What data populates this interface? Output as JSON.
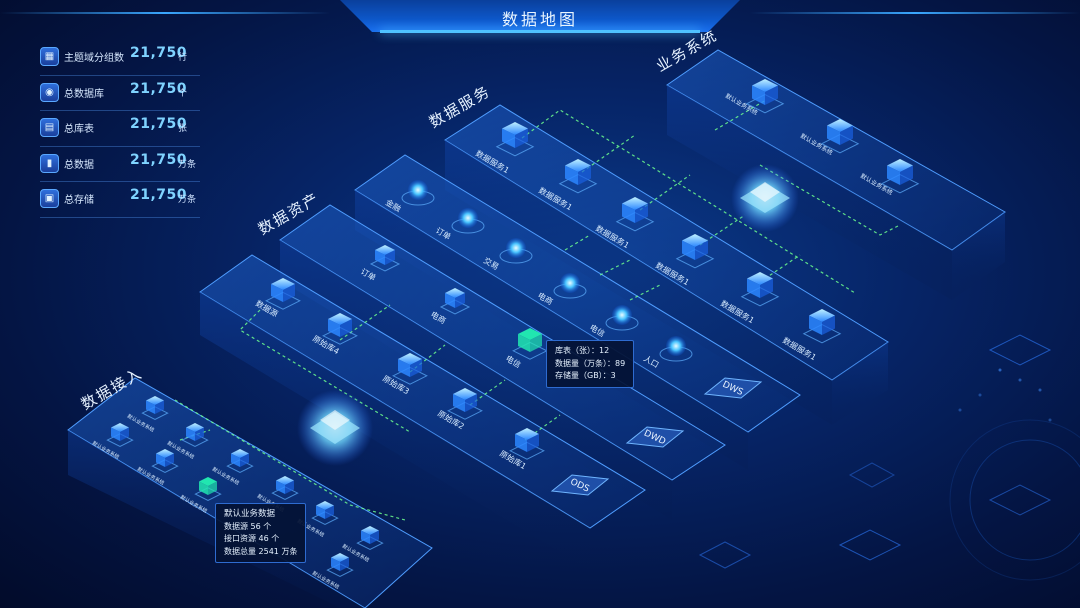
{
  "header": {
    "title": "数据地图"
  },
  "stats": [
    {
      "icon": "grid-icon",
      "label": "主题域分组数",
      "value": "21,750",
      "unit": "行"
    },
    {
      "icon": "database-icon",
      "label": "总数据库",
      "value": "21,750",
      "unit": "个"
    },
    {
      "icon": "table-icon",
      "label": "总库表",
      "value": "21,750",
      "unit": "张"
    },
    {
      "icon": "bar-chart-icon",
      "label": "总数据",
      "value": "21,750",
      "unit": "万条"
    },
    {
      "icon": "storage-icon",
      "label": "总存储",
      "value": "21,750",
      "unit": "万条"
    }
  ],
  "layers": {
    "access": {
      "label": "数据接入",
      "node_label": "默认业务系统"
    },
    "assets": {
      "label": "数据资产",
      "ods": {
        "badge": "ODS",
        "nodes": [
          "原始库1",
          "原始库2",
          "原始库3",
          "原始库4",
          "数据源"
        ]
      },
      "dwd": {
        "badge": "DWD",
        "nodes": [
          "人口",
          "电信",
          "电商",
          "订单"
        ]
      },
      "dws": {
        "badge": "DWS",
        "nodes": [
          "人口",
          "电信",
          "电商",
          "交易",
          "订单",
          "金融"
        ]
      }
    },
    "services": {
      "label": "数据服务",
      "node_label": "数据服务1"
    },
    "business": {
      "label": "业务系统",
      "node_label": "默认业务系统"
    }
  },
  "tooltips": {
    "table": {
      "line1": "库表（张）：12",
      "line2": "数据量（万条）：89",
      "line3": "存储量（GB）：3"
    },
    "access": {
      "title": "默认业务数据",
      "line1": "数据源 56 个",
      "line2": "接口资源 46 个",
      "line3": "数据总量 2541 万条"
    }
  },
  "colors": {
    "background": "#041544",
    "accent": "#4fc3ff",
    "link": "#6dff8f",
    "highlight": "#21e6b0"
  }
}
